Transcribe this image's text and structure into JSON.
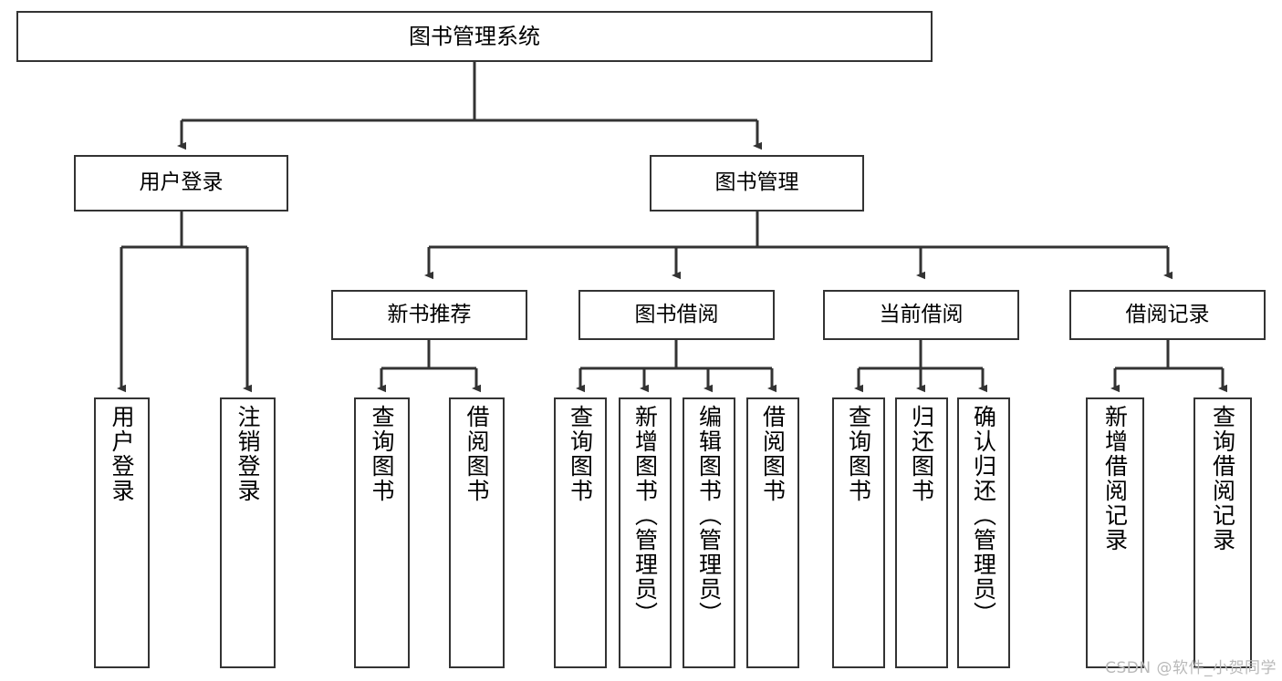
{
  "diagram": {
    "type": "tree",
    "title": "图书管理系统",
    "orientation": "top-down",
    "root": {
      "id": "root",
      "label": "图书管理系统"
    },
    "level2": [
      {
        "id": "user-login",
        "label": "用户登录"
      },
      {
        "id": "book-management",
        "label": "图书管理"
      }
    ],
    "level3": [
      {
        "id": "new-book-recommend",
        "label": "新书推荐",
        "parent": "book-management"
      },
      {
        "id": "book-borrow",
        "label": "图书借阅",
        "parent": "book-management"
      },
      {
        "id": "current-borrow",
        "label": "当前借阅",
        "parent": "book-management"
      },
      {
        "id": "borrow-record",
        "label": "借阅记录",
        "parent": "book-management"
      }
    ],
    "leaves": [
      {
        "id": "leaf-user-login",
        "label": "用户登录",
        "parent": "user-login"
      },
      {
        "id": "leaf-logout-login",
        "label": "注销登录",
        "parent": "user-login"
      },
      {
        "id": "leaf-query-book-1",
        "label": "查询图书",
        "parent": "new-book-recommend"
      },
      {
        "id": "leaf-borrow-book-1",
        "label": "借阅图书",
        "parent": "new-book-recommend"
      },
      {
        "id": "leaf-query-book-2",
        "label": "查询图书",
        "parent": "book-borrow"
      },
      {
        "id": "leaf-add-book",
        "label": "新增图书（管理员）",
        "parent": "book-borrow"
      },
      {
        "id": "leaf-edit-book",
        "label": "编辑图书（管理员）",
        "parent": "book-borrow"
      },
      {
        "id": "leaf-borrow-book-2",
        "label": "借阅图书",
        "parent": "book-borrow"
      },
      {
        "id": "leaf-query-book-3",
        "label": "查询图书",
        "parent": "current-borrow"
      },
      {
        "id": "leaf-return-book",
        "label": "归还图书",
        "parent": "current-borrow"
      },
      {
        "id": "leaf-confirm-return",
        "label": "确认归还（管理员）",
        "parent": "current-borrow"
      },
      {
        "id": "leaf-add-record",
        "label": "新增借阅记录",
        "parent": "borrow-record"
      },
      {
        "id": "leaf-query-record",
        "label": "查询借阅记录",
        "parent": "borrow-record"
      }
    ],
    "colors": {
      "box_border": "#333333",
      "box_fill": "#ffffff",
      "edge": "#333333",
      "text": "#000000",
      "watermark": "#b9b9b9"
    }
  },
  "watermark": {
    "text": "CSDN @软件_小贺同学"
  }
}
